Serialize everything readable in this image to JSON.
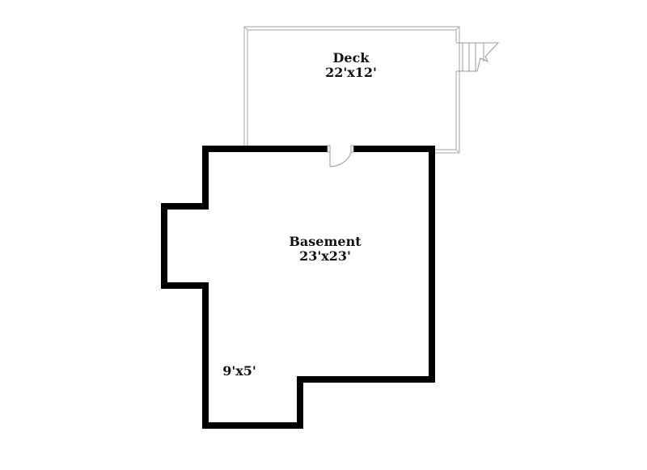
{
  "floorplan": {
    "colors": {
      "wall": "#000000",
      "deck_line": "#b5b5b5",
      "background": "#ffffff",
      "text": "#111111"
    },
    "rooms": [
      {
        "id": "deck",
        "name": "Deck",
        "dimensions": "22'x12'"
      },
      {
        "id": "basement",
        "name": "Basement",
        "dimensions": "23'x23'"
      },
      {
        "id": "alcove",
        "name": "",
        "dimensions": "9'x5'"
      }
    ],
    "features": {
      "door": "door-swing",
      "stairs": "deck-stairs"
    }
  }
}
